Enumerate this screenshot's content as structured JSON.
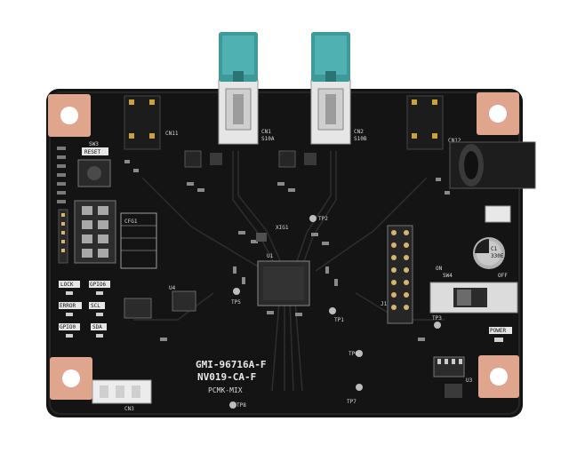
{
  "board": {
    "colors": {
      "pcb": "#141414",
      "copper": "#e0a68d",
      "connector": "#3e9a9a",
      "silkscreen": "#d9d9d9"
    },
    "part_number": "GMI-96716A-F",
    "revision": "NV019-CA-F",
    "mix_label": "PCMK-MIX",
    "connectors": {
      "cn1": "CN1",
      "cn1_sub": "S10A",
      "cn2": "CN2",
      "cn2_sub": "S10B"
    },
    "side_cn_left": "CN11",
    "side_cn_right": "CN12",
    "reset_ref": "SW3",
    "reset_label": "RESET",
    "power_switch_ref": "SW4",
    "switch_on": "ON",
    "switch_off": "OFF",
    "ic_label": "U1",
    "ic_top_label": "XIG1",
    "status": {
      "lock": "LOCK",
      "gpio6": "GPIO6",
      "error": "ERROR",
      "scl": "SCL",
      "gpio0": "GPIO0",
      "sda": "SDA",
      "power": "POWER"
    },
    "cap_text": [
      "C1",
      "330E"
    ],
    "jumper_ref": "J1",
    "test_points": [
      "TP1",
      "TP2",
      "TP3",
      "TP5",
      "TP6",
      "TP7",
      "TP8"
    ],
    "mode_label": "CFG1",
    "u3": "U3",
    "u4": "U4",
    "cn3": "CN3"
  }
}
